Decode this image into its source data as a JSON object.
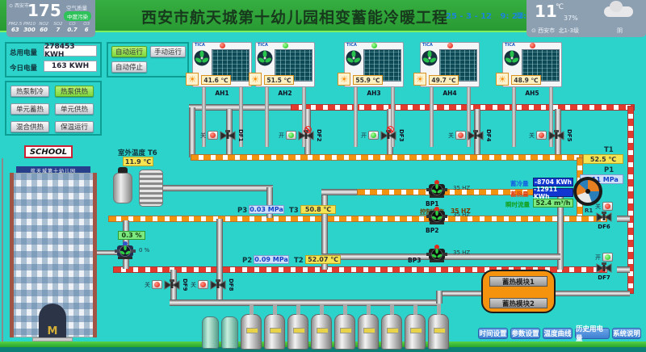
{
  "icons": {
    "sun": "☀",
    "pin": "⊙",
    "menu": "≡"
  },
  "air": {
    "city": "西安市",
    "aqi": "175",
    "quality_label": "空气质量",
    "level": "中度污染",
    "metrics": [
      {
        "name": "PM2.5",
        "value": "63"
      },
      {
        "name": "PM10",
        "value": "300"
      },
      {
        "name": "NO2",
        "value": "60"
      },
      {
        "name": "SO2",
        "value": "7"
      },
      {
        "name": "CO",
        "value": "0.7"
      },
      {
        "name": "O3",
        "value": "6"
      }
    ]
  },
  "header": {
    "title": "西安市航天城第十幼儿园相变蓄能冷暖工程",
    "date": "25 - 3 - 12",
    "time": "9: 22: 9"
  },
  "weather": {
    "temp": "11",
    "unit": "℃",
    "humidity": "37%",
    "city": "西安市",
    "wind": "北1-3级",
    "condition": "阴"
  },
  "energy": {
    "total_label": "总用电量",
    "total_value": "278453 KWH",
    "today_label": "今日电量",
    "today_value": "163 KWH"
  },
  "run_buttons": [
    {
      "label": "自动运行",
      "state": "on"
    },
    {
      "label": "手动运行",
      "state": "off"
    },
    {
      "label": "自动停止",
      "state": "off"
    }
  ],
  "mode_buttons": [
    {
      "label": "热泵制冷",
      "state": "off"
    },
    {
      "label": "热泵供热",
      "state": "on"
    },
    {
      "label": "单元蓄热",
      "state": "off"
    },
    {
      "label": "单元供热",
      "state": "off"
    },
    {
      "label": "混合供热",
      "state": "off"
    },
    {
      "label": "保温运行",
      "state": "off"
    }
  ],
  "school": {
    "sign": "SCHOOL",
    "banner": "航天城第十幼儿园",
    "logo": "M"
  },
  "brand": "TICA",
  "units": [
    {
      "name": "AH1",
      "temp": "41.6 ℃",
      "status": "red"
    },
    {
      "name": "AH2",
      "temp": "51.5 ℃",
      "status": "green"
    },
    {
      "name": "AH3",
      "temp": "55.9 ℃",
      "status": "green"
    },
    {
      "name": "AH4",
      "temp": "49.7 ℃",
      "status": "red"
    },
    {
      "name": "AH5",
      "temp": "48.9 ℃",
      "status": "red"
    }
  ],
  "valves": [
    {
      "name": "DF1",
      "state": "关",
      "status": "red"
    },
    {
      "name": "DF2",
      "state": "开",
      "status": "green"
    },
    {
      "name": "DF3",
      "state": "开",
      "status": "green"
    },
    {
      "name": "DF4",
      "state": "关",
      "status": "red"
    },
    {
      "name": "DF5",
      "state": "关",
      "status": "red"
    },
    {
      "name": "DF6",
      "state": "关",
      "status": "red"
    },
    {
      "name": "DF7",
      "state": "开",
      "status": "green"
    },
    {
      "name": "DF8",
      "state": "关",
      "status": "red"
    },
    {
      "name": "DF9",
      "state": "关",
      "status": "red"
    }
  ],
  "pumps": [
    {
      "name": "BP1",
      "freq": "35 HZ"
    },
    {
      "name": "BP2",
      "freq": "35 HZ"
    },
    {
      "name": "BP3",
      "freq": "35 HZ"
    }
  ],
  "sensors": {
    "outdoor_label": "室外温度  T6",
    "outdoor_temp": "11.9 ℃",
    "t1_label": "T1",
    "t1": "52.5 ℃",
    "p1_label": "P1",
    "p1": "0.11 MPa",
    "p3_label": "P3",
    "p3": "0.03 MPa",
    "t3_label": "T3",
    "t3": "50.8 ℃",
    "p2_label": "P2",
    "p2": "0.09 MPa",
    "t2_label": "T2",
    "t2": "52.07 ℃"
  },
  "frequency": {
    "label": "控制频率",
    "value": "35 HZ"
  },
  "readings": [
    {
      "label": "蓄冷量",
      "value": "-8704 KWh"
    },
    {
      "label": "蓄热量",
      "value": "-12911 KWh"
    },
    {
      "label": "瞬时流量",
      "value": "52.4 m³/h"
    }
  ],
  "flow_meter": {
    "name": "R1"
  },
  "pump_station": {
    "opening": "0.3 %",
    "speed": "0 %"
  },
  "storage": {
    "module1": "蓄热模块1",
    "module2": "蓄热模块2"
  },
  "bottom_buttons": [
    {
      "label": "时间设置"
    },
    {
      "label": "参数设置"
    },
    {
      "label": "温度曲线"
    },
    {
      "label": "历史用电量"
    },
    {
      "label": "系统说明"
    }
  ]
}
